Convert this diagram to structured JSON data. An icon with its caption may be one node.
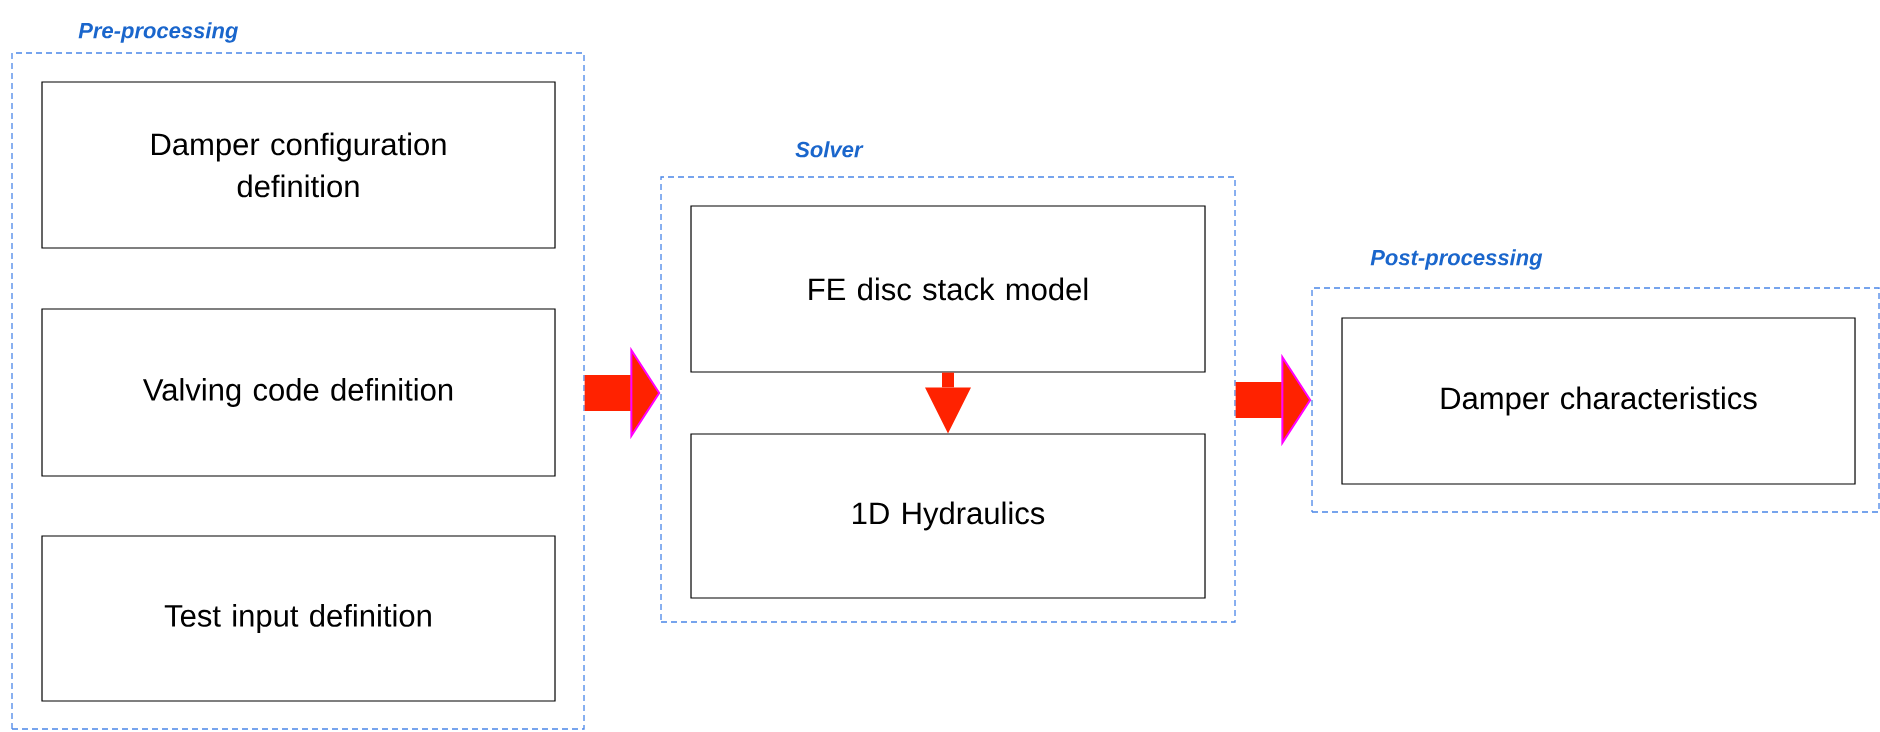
{
  "diagram": {
    "nodes": [
      {
        "text": [
          "Pre-processing"
        ]
      },
      {
        "text": [
          "Damper configuration definition"
        ],
        "in": 0
      },
      {
        "text": [
          "Valving code definition"
        ],
        "in": 0
      },
      {
        "text": [
          "Test input definition"
        ],
        "in": 0
      },
      {
        "text": [
          "Solver"
        ]
      },
      {
        "text": [
          "FE disc stack model"
        ],
        "in": 4
      },
      {
        "text": [
          "1D Hydraulics"
        ],
        "in": 4
      },
      {
        "text": [
          "Post-processing"
        ]
      },
      {
        "text": [
          "Damper characteristics"
        ],
        "in": 7
      }
    ],
    "edges": [
      {
        "from": 0,
        "to": 4,
        "arrow": "to"
      },
      {
        "from": 5,
        "to": 6,
        "arrow": "to"
      },
      {
        "from": 4,
        "to": 7,
        "arrow": "to"
      }
    ]
  }
}
